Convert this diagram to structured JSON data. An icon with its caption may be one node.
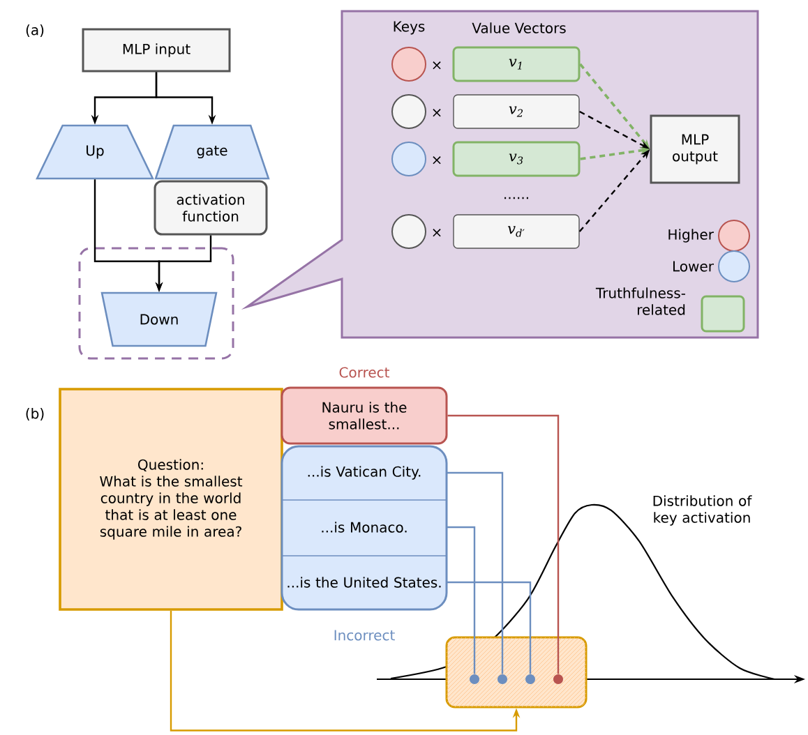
{
  "diagram": {
    "nodes": [
      {
        "text": [
          "MLP input"
        ]
      },
      {
        "text": [
          "Up"
        ]
      },
      {
        "text": [
          "gate"
        ]
      },
      {
        "text": [
          "activation function"
        ]
      },
      {
        "text": [],
        "shape": "box"
      },
      {
        "text": [
          "Down"
        ],
        "in": 4
      },
      {
        "text": [],
        "shape": "box"
      },
      {
        "text": [],
        "shape": "circle",
        "in": 6
      },
      {
        "text": [
          "v$_{1}$"
        ],
        "in": 6
      },
      {
        "text": [],
        "shape": "circle",
        "in": 6
      },
      {
        "text": [
          "v$_{2}$"
        ],
        "in": 6
      },
      {
        "text": [],
        "shape": "circle",
        "in": 6
      },
      {
        "text": [
          "v$_{3}$"
        ],
        "in": 6
      },
      {
        "text": [],
        "shape": "circle",
        "in": 6
      },
      {
        "text": [
          "v$_{d′}$"
        ],
        "in": 6
      },
      {
        "text": [
          "MLP output"
        ],
        "in": 6
      },
      {
        "text": [
          "Question:",
          "What is the smallest country in the world that is at least one square mile in area?"
        ]
      },
      {
        "text": [
          "Nauru is the smallest..."
        ],
        "beside": [
          "Correct"
        ]
      },
      {
        "text": [],
        "shape": "box",
        "beside": [
          "Incorrect"
        ]
      },
      {
        "text": [
          "...is Vatican City."
        ],
        "in": 18
      },
      {
        "text": [
          "...is Monaco."
        ],
        "in": 18
      },
      {
        "text": [
          "...is the United States."
        ],
        "in": 18
      },
      {
        "text": [],
        "shape": "box"
      },
      {
        "text": [],
        "shape": "circle",
        "in": 22
      },
      {
        "text": [],
        "shape": "circle",
        "in": 22
      },
      {
        "text": [],
        "shape": "circle",
        "in": 22
      },
      {
        "text": [],
        "shape": "circle",
        "in": 22
      }
    ],
    "edges": [
      {
        "from": 0,
        "to": 1,
        "arrow": "to"
      },
      {
        "from": 0,
        "to": 2,
        "arrow": "to"
      },
      {
        "from": 1,
        "to": 5,
        "arrow": "to"
      },
      {
        "from": 3,
        "to": 5,
        "arrow": "to"
      },
      {
        "from": 8,
        "to": 15,
        "arrow": "to",
        "style": "dashed",
        "color": "#82b366"
      },
      {
        "from": 10,
        "to": 15,
        "arrow": "to",
        "style": "dashed"
      },
      {
        "from": 12,
        "to": 15,
        "arrow": "to",
        "style": "dashed",
        "color": "#82b366"
      },
      {
        "from": 14,
        "to": 15,
        "arrow": "to",
        "style": "dashed"
      },
      {
        "from": 17,
        "to": 26,
        "arrow": "none",
        "color": "#b85450"
      },
      {
        "from": 19,
        "to": 24,
        "arrow": "none",
        "color": "#6c8ebf"
      },
      {
        "from": 20,
        "to": 23,
        "arrow": "none",
        "color": "#6c8ebf"
      },
      {
        "from": 21,
        "to": 25,
        "arrow": "none",
        "color": "#6c8ebf"
      },
      {
        "from": 16,
        "to": 22,
        "arrow": "to",
        "color": "#d79b00"
      }
    ],
    "labels": [
      "(a)",
      "Keys",
      "Value Vectors",
      "×",
      "×",
      "×",
      "......",
      "×",
      "(b)",
      "Distribution of key activation"
    ],
    "legend": [
      {
        "text": "Higher",
        "color": "#f8cecc"
      },
      {
        "text": "Lower",
        "color": "#dae8fc"
      },
      {
        "text": "Truthfulness-related",
        "color": "#d5e8d4"
      }
    ]
  }
}
